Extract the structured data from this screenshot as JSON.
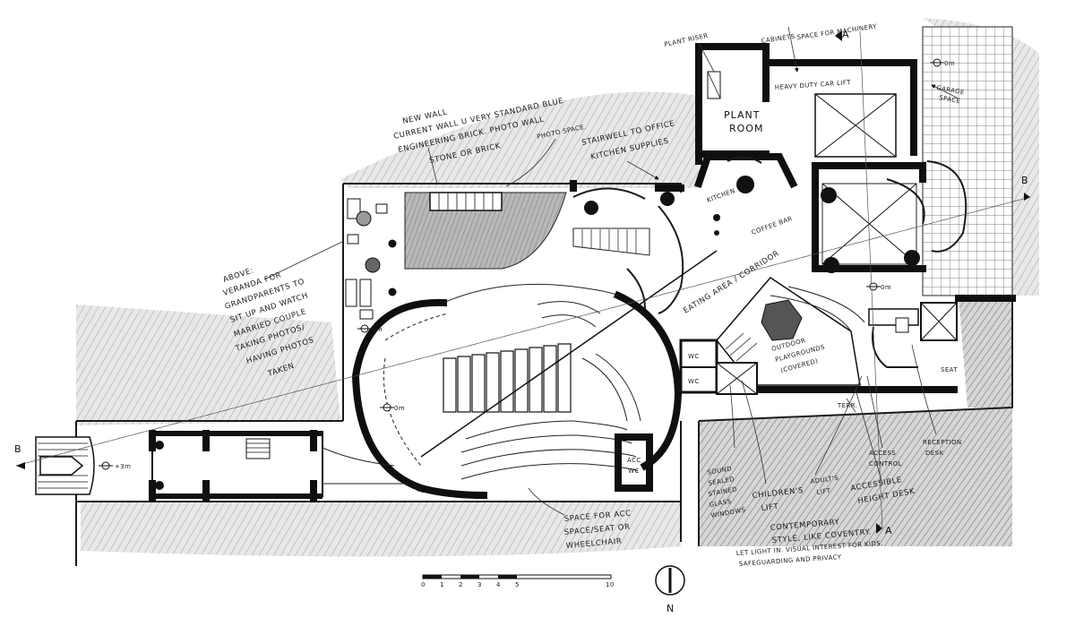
{
  "labels": {
    "new_wall": [
      "NEW WALL",
      "CURRENT WALL U VERY STANDARD BLUE",
      "ENGINEERING BRICK. PHOTO WALL",
      "STONE OR BRICK"
    ],
    "photo_space": "PHOTO SPACE.",
    "stairwell": [
      "STAIRWELL TO OFFICE",
      "KITCHEN SUPPLIES"
    ],
    "plant_riser": "PLANT RISER",
    "cabinets": "CABINETS.",
    "space_machinery": "SPACE FOR MACHINERY",
    "car_lift": "HEAVY DUTY CAR LIFT",
    "garage_space": [
      "GARAGE",
      "SPACE"
    ],
    "plant_room": [
      "PLANT",
      "ROOM"
    ],
    "kitchen": "KITCHEN",
    "coffee_bar": "COFFEE BAR",
    "eating_area": "EATING AREA / CORRIDOR",
    "veranda": [
      "ABOVE:",
      "VERANDA FOR",
      "GRANDPARENTS TO",
      "SIT UP AND WATCH",
      "MARRIED COUPLE",
      "TAKING PHOTOS/",
      "HAVING PHOTOS",
      "TAKEN"
    ],
    "outdoor_playgrounds": [
      "OUTDOOR",
      "PLAYGROUNDS",
      "(COVERED)"
    ],
    "wc_1": "WC",
    "wc_2": "WC",
    "acc_wc": [
      "ACC",
      "WC"
    ],
    "seat": "SEAT",
    "terrace": "TERR.",
    "reception_desk": [
      "RECEPTION",
      "DESK"
    ],
    "access_control": [
      "ACCESS",
      "CONTROL"
    ],
    "accessible": [
      "ACCESSIBLE",
      "HEIGHT DESK"
    ],
    "adults_lift": [
      "ADULT'S",
      "LIFT"
    ],
    "childrens_lift": [
      "CHILDREN'S",
      "LIFT"
    ],
    "glass_windows": [
      "SOUND",
      "SEALED",
      "STAINED",
      "GLASS",
      "WINDOWS"
    ],
    "contemporary": [
      "CONTEMPORARY",
      "STYLE, LIKE COVENTRY.",
      "LET LIGHT IN. VISUAL INTEREST FOR KIDS.",
      "SAFEGUARDING AND PRIVACY"
    ],
    "space_acc": [
      "SPACE FOR ACC",
      "SPACE/SEAT OR",
      "WHEELCHAIR"
    ],
    "level_entry": "+3m",
    "level_0m": "0m",
    "section_a": "A",
    "section_b": "B",
    "north": "N"
  },
  "scale_bar": {
    "ticks": [
      "0",
      "1",
      "2",
      "3",
      "4",
      "5",
      "10"
    ]
  }
}
